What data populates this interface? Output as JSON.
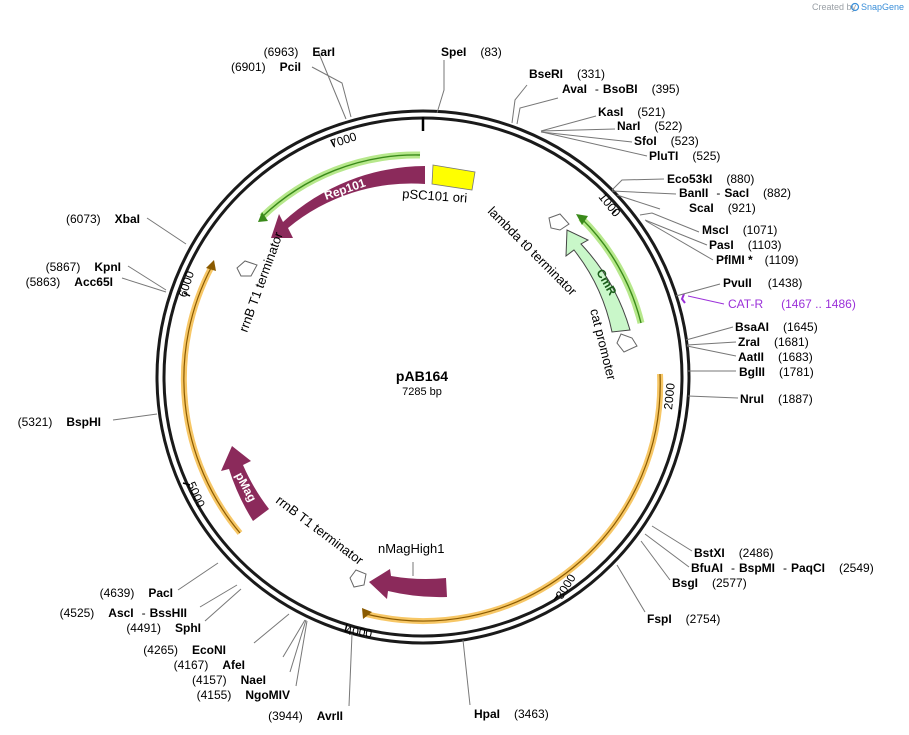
{
  "credit": {
    "prefix": "Created by",
    "brand": "SnapGene"
  },
  "plasmid": {
    "name": "pAB164",
    "length_label": "7285 bp"
  },
  "ticks": [
    "1000",
    "2000",
    "3000",
    "4000",
    "5000",
    "6000",
    "7000"
  ],
  "sites": {
    "speI": {
      "name": "SpeI",
      "pos": "(83)"
    },
    "bseRI": {
      "name": "BseRI",
      "pos": "(331)"
    },
    "avaI": {
      "name": "AvaI",
      "sep": "-",
      "name2": "BsoBI",
      "pos": "(395)"
    },
    "kasI": {
      "name": "KasI",
      "pos": "(521)"
    },
    "narI": {
      "name": "NarI",
      "pos": "(522)"
    },
    "sfoI": {
      "name": "SfoI",
      "pos": "(523)"
    },
    "pluTI": {
      "name": "PluTI",
      "pos": "(525)"
    },
    "eco53kI": {
      "name": "Eco53kI",
      "pos": "(880)"
    },
    "banII": {
      "name": "BanII",
      "sep": "-",
      "name2": "SacI",
      "pos": "(882)"
    },
    "scaI": {
      "name": "ScaI",
      "pos": "(921)"
    },
    "mscI": {
      "name": "MscI",
      "pos": "(1071)"
    },
    "pasI": {
      "name": "PasI",
      "pos": "(1103)"
    },
    "pflMI": {
      "name": "PflMI *",
      "pos": "(1109)"
    },
    "pvuII": {
      "name": "PvuII",
      "pos": "(1438)"
    },
    "bsaAI": {
      "name": "BsaAI",
      "pos": "(1645)"
    },
    "zraI": {
      "name": "ZraI",
      "pos": "(1681)"
    },
    "aatII": {
      "name": "AatII",
      "pos": "(1683)"
    },
    "bglII": {
      "name": "BglII",
      "pos": "(1781)"
    },
    "nruI": {
      "name": "NruI",
      "pos": "(1887)"
    },
    "bstXI": {
      "name": "BstXI",
      "pos": "(2486)"
    },
    "bfuAI": {
      "name": "BfuAI",
      "sep": "-",
      "name2": "BspMI",
      "sep2": "-",
      "name3": "PaqCI",
      "pos": "(2549)"
    },
    "bsgI": {
      "name": "BsgI",
      "pos": "(2577)"
    },
    "fspI": {
      "name": "FspI",
      "pos": "(2754)"
    },
    "hpaI": {
      "name": "HpaI",
      "pos": "(3463)"
    },
    "avrII": {
      "name": "AvrII",
      "pos": "(3944)"
    },
    "ngoMIV": {
      "name": "NgoMIV",
      "pos": "(4155)"
    },
    "naeI": {
      "name": "NaeI",
      "pos": "(4157)"
    },
    "afeI": {
      "name": "AfeI",
      "pos": "(4167)"
    },
    "ecoNI": {
      "name": "EcoNI",
      "pos": "(4265)"
    },
    "sphI": {
      "name": "SphI",
      "pos": "(4491)"
    },
    "ascI": {
      "name": "AscI",
      "sep": "-",
      "name2": "BssHII",
      "pos": "(4525)"
    },
    "pacI": {
      "name": "PacI",
      "pos": "(4639)"
    },
    "bspHI": {
      "name": "BspHI",
      "pos": "(5321)"
    },
    "acc65I": {
      "name": "Acc65I",
      "pos": "(5863)"
    },
    "kpnI": {
      "name": "KpnI",
      "pos": "(5867)"
    },
    "xbaI": {
      "name": "XbaI",
      "pos": "(6073)"
    },
    "pciI": {
      "name": "PciI",
      "pos": "(6901)"
    },
    "earI": {
      "name": "EarI",
      "pos": "(6963)"
    }
  },
  "primer": {
    "name": "CAT-R",
    "range": "(1467 .. 1486)"
  },
  "features": {
    "rep101": "Rep101",
    "pSC101_ori": "pSC101 ori",
    "lambda_t0": "lambda t0 terminator",
    "cmR": "CmR",
    "cat_promoter": "cat promoter",
    "rrnB_top": "rrnB T1 terminator",
    "rrnB_bottom": "rrnB T1 terminator",
    "pMag": "pMag",
    "nMagHigh1": "nMagHigh1"
  },
  "colors": {
    "rep101": "#8b2a5b",
    "cmR": "#c9f7c9",
    "ori": "#ffff00",
    "orf_highlight": "#f7c766",
    "orf_highlight_green": "#b7e88c",
    "primer": "#9b30d9",
    "brand": "#3b8fd9"
  }
}
